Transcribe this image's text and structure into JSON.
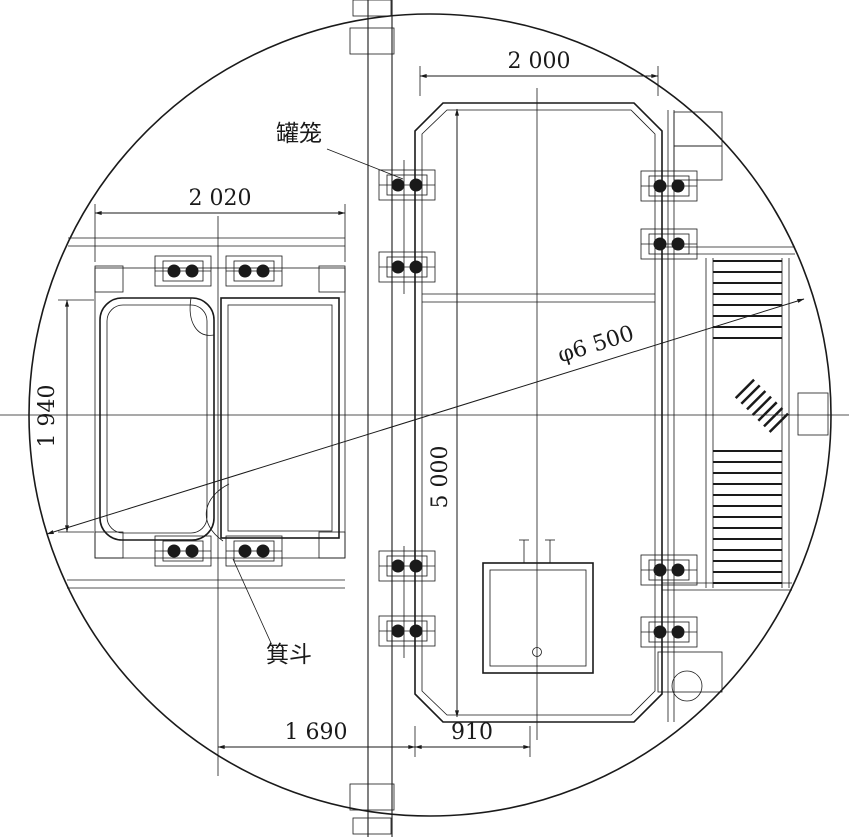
{
  "drawing": {
    "labels": {
      "cage": "罐笼",
      "skip": "箕斗"
    },
    "dimensions": {
      "cage_width": "2 000",
      "skip_frame_width": "2 020",
      "skip_height": "1 940",
      "shaft_diameter": "φ6 500",
      "cage_length": "5 000",
      "skip_center_to_cage_wall": "1 690",
      "cage_wall_to_shaft_center": "910"
    },
    "colors": {
      "ink": "#1a1a1a",
      "background": "#ffffff"
    }
  }
}
